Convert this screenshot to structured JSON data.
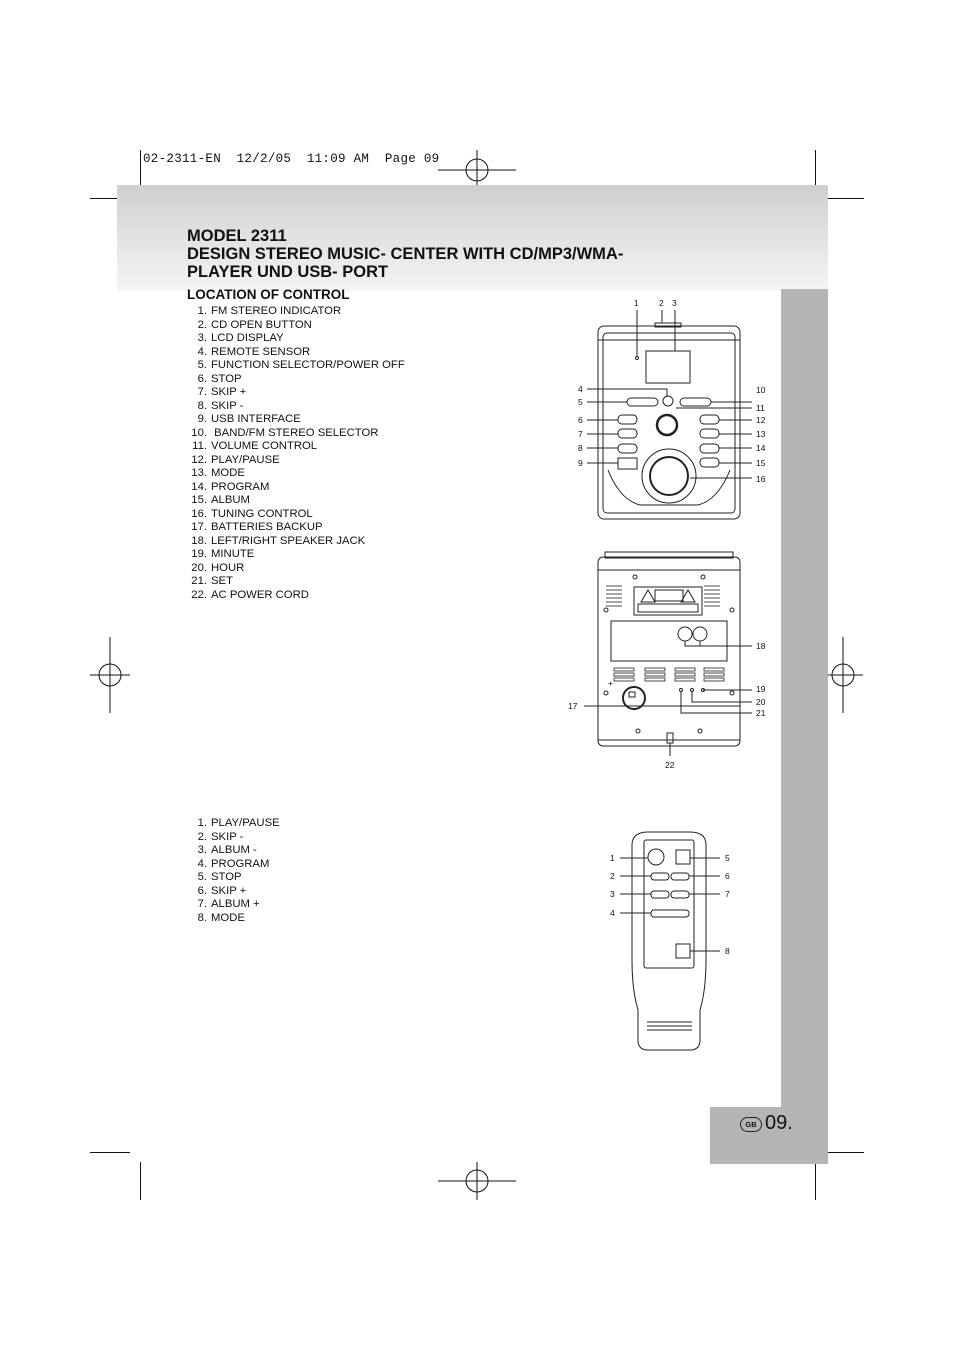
{
  "header": {
    "slug": "02-2311-EN  12/2/05  11:09 AM  Page 09"
  },
  "title": {
    "line1": "MODEL 2311",
    "line2": "DESIGN STEREO MUSIC- CENTER WITH CD/MP3/WMA-",
    "line3": "PLAYER UND USB- PORT"
  },
  "section_title": "LOCATION OF CONTROL",
  "controls": [
    {
      "num": "1.",
      "label": "FM STEREO INDICATOR"
    },
    {
      "num": "2.",
      "label": "CD OPEN BUTTON"
    },
    {
      "num": "3.",
      "label": "LCD DISPLAY"
    },
    {
      "num": "4.",
      "label": "REMOTE SENSOR"
    },
    {
      "num": "5.",
      "label": "FUNCTION SELECTOR/POWER OFF"
    },
    {
      "num": "6.",
      "label": "STOP"
    },
    {
      "num": "7.",
      "label": "SKIP +"
    },
    {
      "num": "8.",
      "label": "SKIP -"
    },
    {
      "num": "9.",
      "label": "USB INTERFACE"
    },
    {
      "num": "10.",
      "label": " BAND/FM STEREO SELECTOR"
    },
    {
      "num": "11.",
      "label": "VOLUME CONTROL"
    },
    {
      "num": "12.",
      "label": "PLAY/PAUSE"
    },
    {
      "num": "13.",
      "label": "MODE"
    },
    {
      "num": "14.",
      "label": "PROGRAM"
    },
    {
      "num": "15.",
      "label": "ALBUM"
    },
    {
      "num": "16.",
      "label": "TUNING CONTROL"
    },
    {
      "num": "17.",
      "label": "BATTERIES BACKUP"
    },
    {
      "num": "18.",
      "label": "LEFT/RIGHT SPEAKER JACK"
    },
    {
      "num": "19.",
      "label": "MINUTE"
    },
    {
      "num": "20.",
      "label": "HOUR"
    },
    {
      "num": "21.",
      "label": "SET"
    },
    {
      "num": "22.",
      "label": "AC POWER CORD"
    }
  ],
  "remote_controls": [
    {
      "num": "1.",
      "label": "PLAY/PAUSE"
    },
    {
      "num": "2.",
      "label": "SKIP -"
    },
    {
      "num": "3.",
      "label": "ALBUM -"
    },
    {
      "num": "4.",
      "label": "PROGRAM"
    },
    {
      "num": "5.",
      "label": "STOP"
    },
    {
      "num": "6.",
      "label": "SKIP +"
    },
    {
      "num": "7.",
      "label": "ALBUM +"
    },
    {
      "num": "8.",
      "label": "MODE"
    }
  ],
  "diagram_front": {
    "callouts": [
      "1",
      "2",
      "3",
      "4",
      "5",
      "6",
      "7",
      "8",
      "9",
      "10",
      "11",
      "12",
      "13",
      "14",
      "15",
      "16"
    ]
  },
  "diagram_back": {
    "callouts": [
      "17",
      "18",
      "19",
      "20",
      "21",
      "22"
    ]
  },
  "diagram_remote": {
    "callouts": [
      "1",
      "2",
      "3",
      "4",
      "5",
      "6",
      "7",
      "8"
    ]
  },
  "footer": {
    "badge": "GB",
    "page": "09."
  },
  "colors": {
    "band": "#d8d8d8",
    "sidebar": "#b5b5b5"
  }
}
